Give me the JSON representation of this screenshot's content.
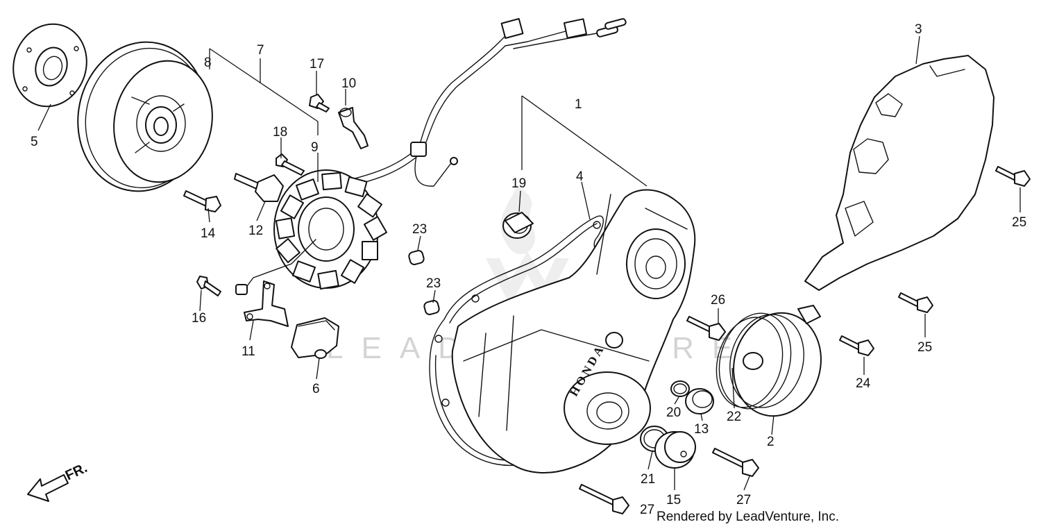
{
  "watermark": {
    "text": "LEADVENTURE"
  },
  "direction_arrow": {
    "label": "FR."
  },
  "footer": {
    "credit": "Rendered by LeadVenture, Inc."
  },
  "brand_mark": {
    "text": "HONDA"
  },
  "callouts": {
    "c1": "1",
    "c2": "2",
    "c3": "3",
    "c4": "4",
    "c5": "5",
    "c6": "6",
    "c7": "7",
    "c8": "8",
    "c9": "9",
    "c10": "10",
    "c11": "11",
    "c12": "12",
    "c13": "13",
    "c14": "14",
    "c15": "15",
    "c16": "16",
    "c17": "17",
    "c18": "18",
    "c19": "19",
    "c20": "20",
    "c21": "21",
    "c22": "22",
    "c23a": "23",
    "c23b": "23",
    "c24": "24",
    "c25a": "25",
    "c25b": "25",
    "c26": "26",
    "c27a": "27",
    "c27b": "27"
  }
}
